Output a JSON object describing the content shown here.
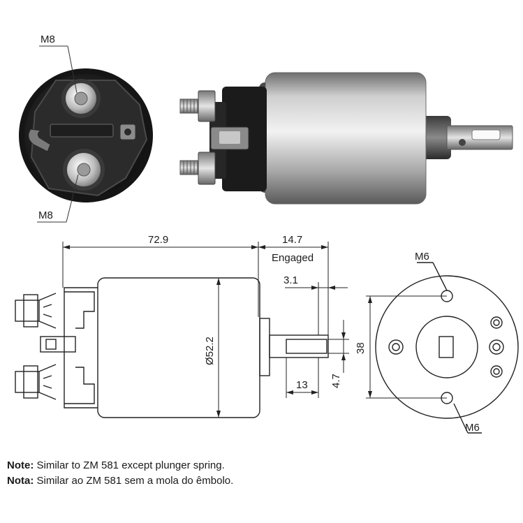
{
  "photo_labels": {
    "top_terminal": "M8",
    "bottom_terminal": "M8"
  },
  "dimensions": {
    "length": "72.9",
    "plunger_travel": "14.7",
    "plunger_state": "Engaged",
    "plunger_offset": "3.1",
    "diameter": "Ø52.2",
    "slot_length": "13",
    "slot_width": "4.7",
    "bolt_spacing": "38",
    "mount_thread_top": "M6",
    "mount_thread_bottom": "M6"
  },
  "notes": [
    {
      "label": "Note:",
      "text": " Similar to ZM 581 except plunger spring."
    },
    {
      "label": "Nota:",
      "text": " Similar ao ZM 581 sem a mola do êmbolo."
    }
  ]
}
